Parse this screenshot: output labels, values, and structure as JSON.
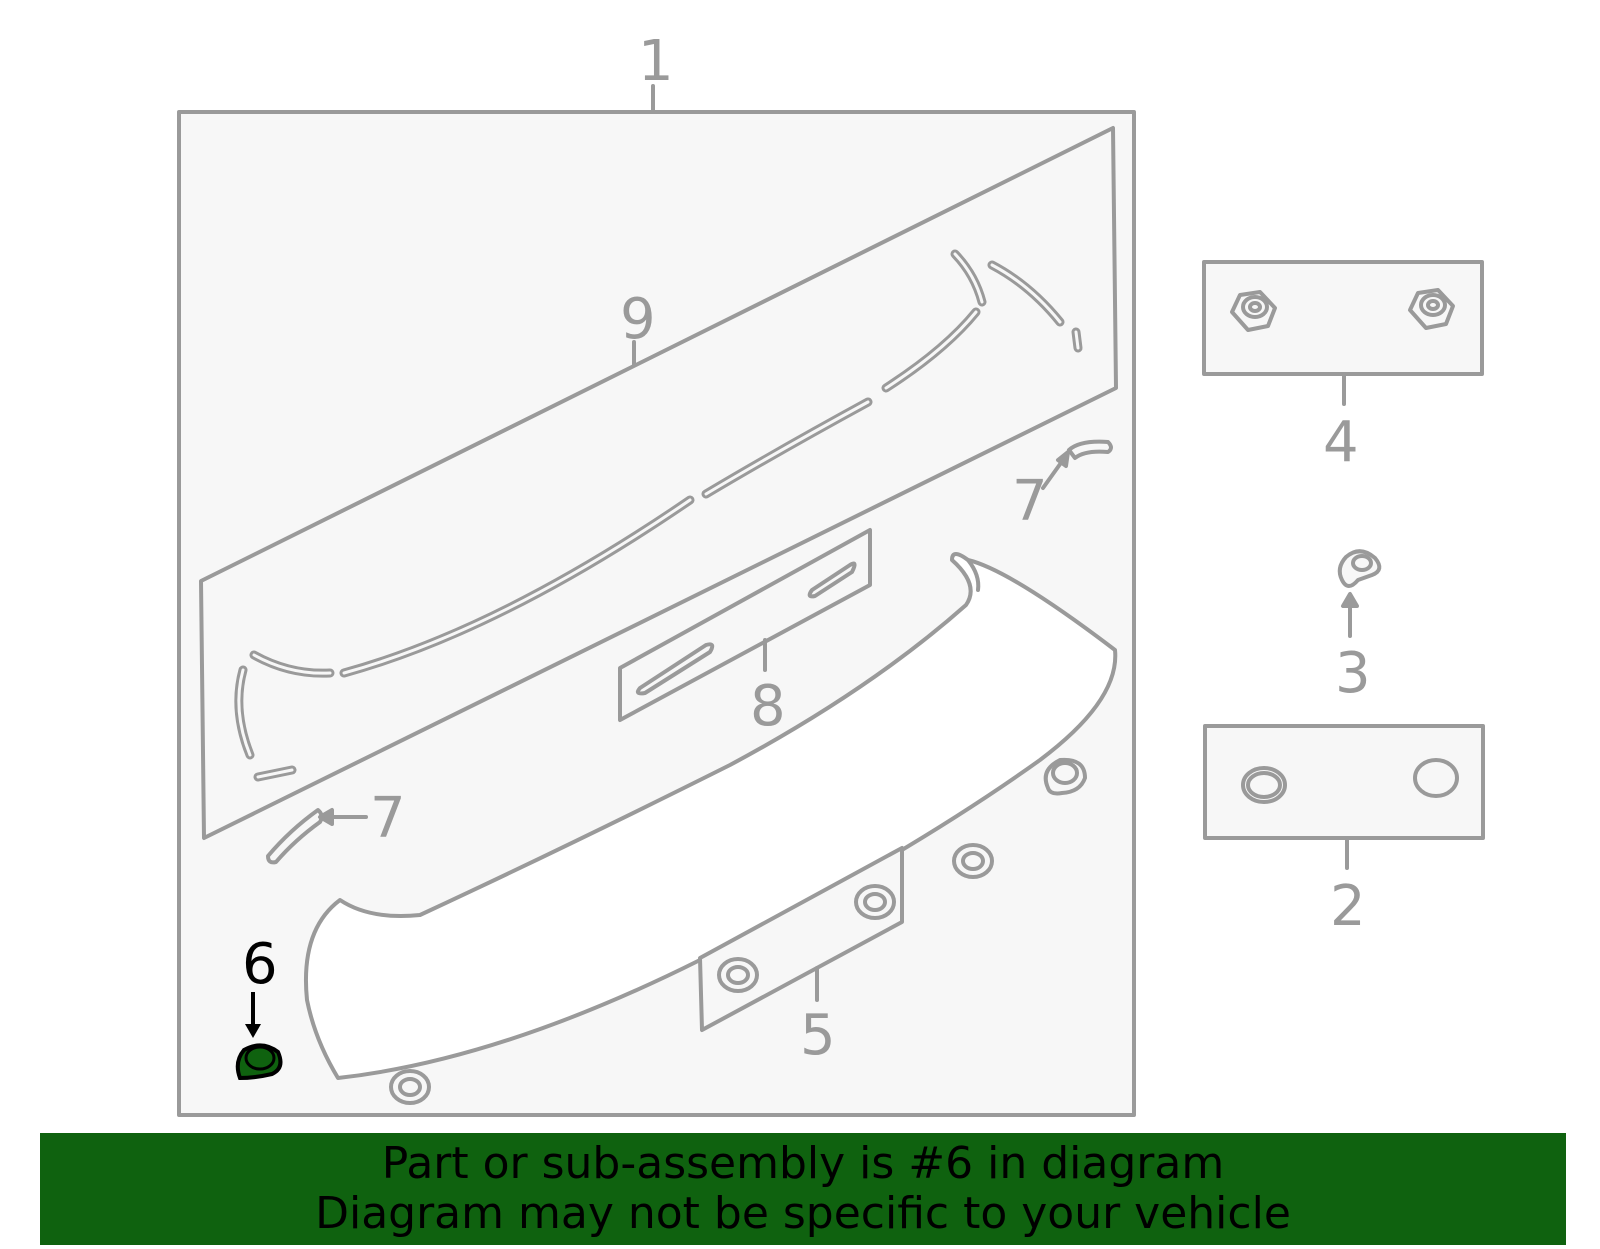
{
  "diagram": {
    "callouts": {
      "c1": "1",
      "c2": "2",
      "c3": "3",
      "c4": "4",
      "c5": "5",
      "c6": "6",
      "c7a": "7",
      "c7b": "7",
      "c8": "8",
      "c9": "9"
    },
    "highlighted_part": "6",
    "colors": {
      "line": "#9a9a9a",
      "panel_fill": "#f7f7f7",
      "highlight_fill": "#0f620f",
      "banner_bg": "#0f620f"
    }
  },
  "banner": {
    "line1": "Part or sub-assembly is #6 in diagram",
    "line2": "Diagram may not be specific to your vehicle"
  }
}
